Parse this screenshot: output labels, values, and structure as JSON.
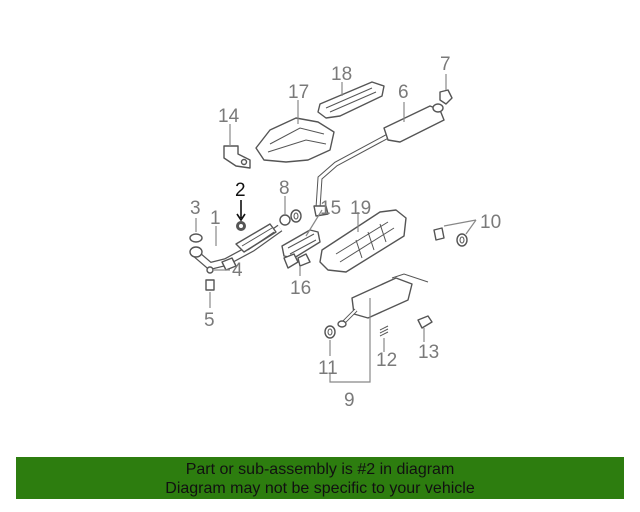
{
  "diagram": {
    "highlighted_part": "2",
    "callouts": [
      "1",
      "2",
      "3",
      "4",
      "5",
      "6",
      "7",
      "8",
      "9",
      "10",
      "11",
      "12",
      "13",
      "14",
      "15",
      "16",
      "17",
      "18",
      "19"
    ]
  },
  "banner": {
    "line1": "Part or sub-assembly is #2 in diagram",
    "line2": "Diagram may not be specific to your vehicle",
    "background": "#2d7d0f"
  },
  "colors": {
    "line_art": "#555555",
    "callout_text": "#7a7a7a",
    "highlight": "#111111"
  }
}
